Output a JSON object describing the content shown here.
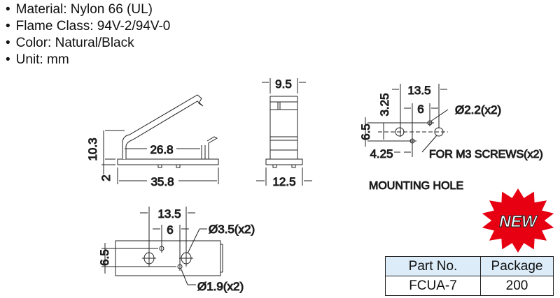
{
  "specs": [
    "Material: Nylon 66 (UL)",
    "Flame Class: 94V-2/94V-0",
    "Color: Natural/Black",
    "Unit: mm"
  ],
  "side_view": {
    "height": "10.3",
    "base": "2",
    "inner_length": "26.8",
    "length": "35.8"
  },
  "front_view": {
    "top_width": "9.5",
    "base_width": "12.5"
  },
  "mounting_hole": {
    "pitch": "13.5",
    "offset": "6",
    "height": "3.25",
    "spacing": "6.5",
    "offset_x": "4.25",
    "small_hole": "Ø2.2(x2)",
    "screw_note": "FOR M3 SCREWS(x2)",
    "title": "MOUNTING HOLE"
  },
  "bottom_view": {
    "pitch": "13.5",
    "offset": "6",
    "spacing": "6.5",
    "large_hole": "Ø3.5(x2)",
    "small_hole": "Ø1.9(x2)"
  },
  "badge": {
    "label": "NEW",
    "color": "#e60012"
  },
  "table": {
    "headers": [
      "Part No.",
      "Package"
    ],
    "rows": [
      [
        "FCUA-7",
        "200"
      ]
    ],
    "header_color": "#dcedf9"
  }
}
